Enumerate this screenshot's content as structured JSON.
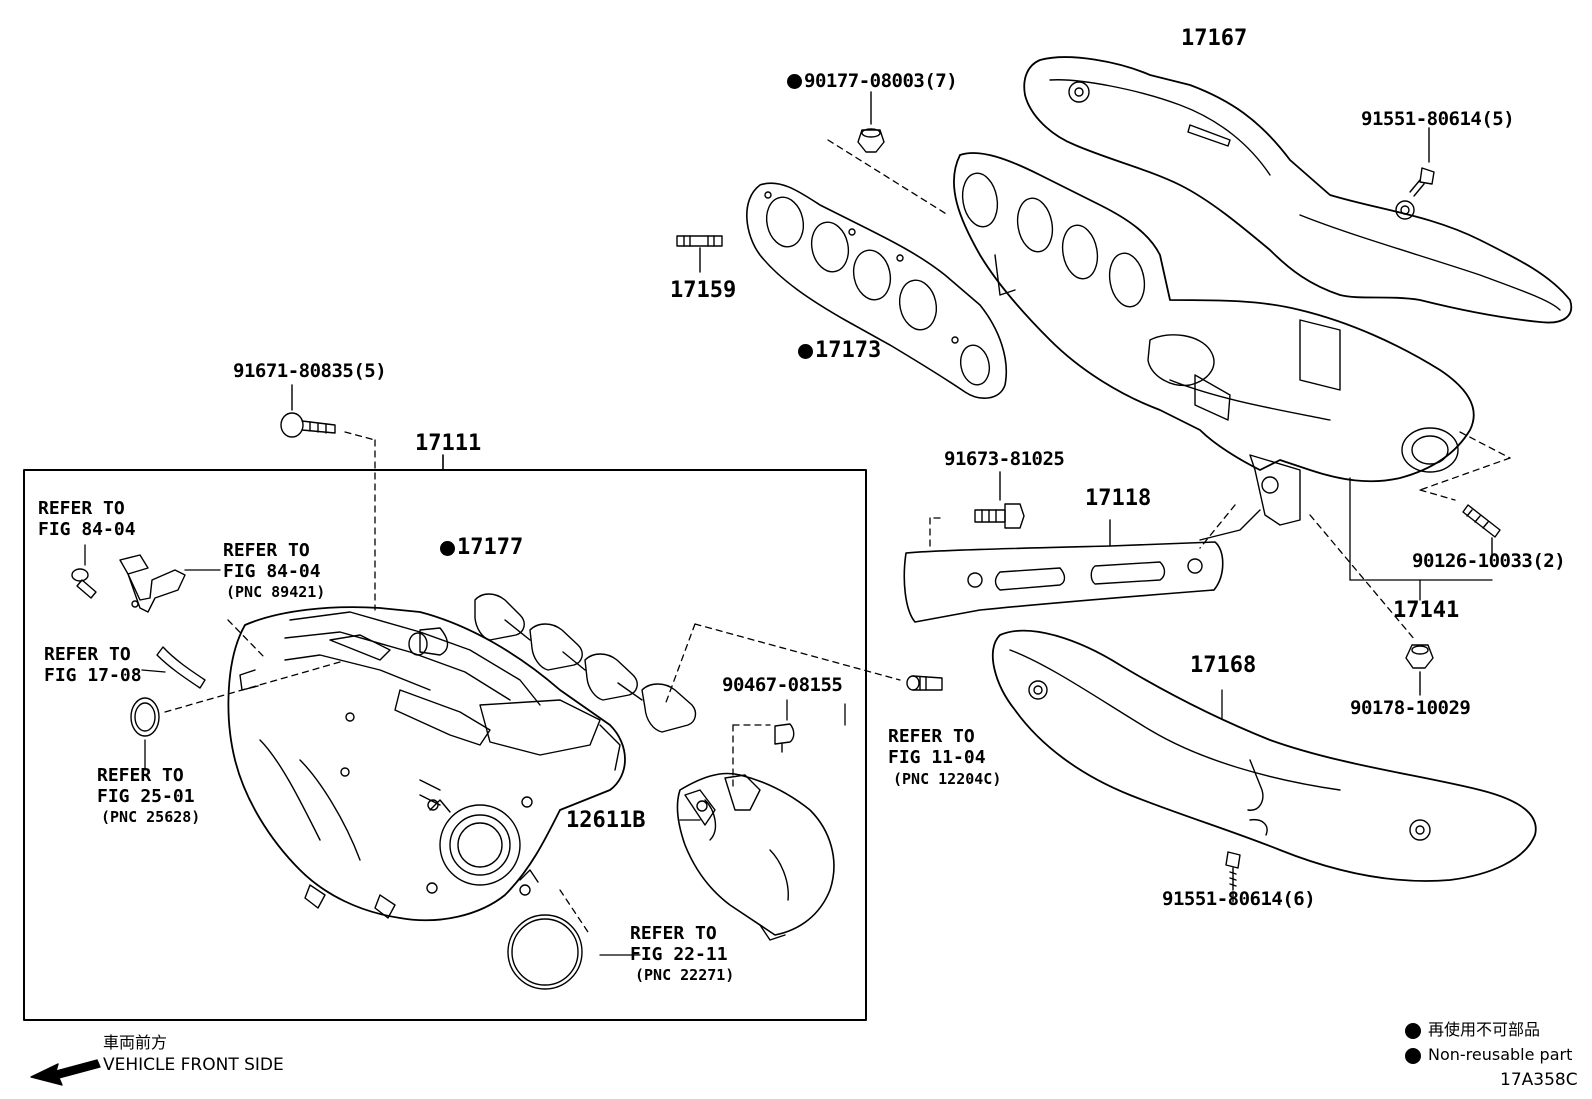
{
  "parts": {
    "p17167": "17167",
    "p90177": "90177-08003(7)",
    "p91551_5": "91551-80614(5)",
    "p17159": "17159",
    "p17173": "17173",
    "p91671": "91671-80835(5)",
    "p17111": "17111",
    "p91673": "91673-81025",
    "p17118": "17118",
    "p90126": "90126-10033(2)",
    "p17141": "17141",
    "p17177": "17177",
    "p90178": "90178-10029",
    "p17168": "17168",
    "p90467": "90467-08155",
    "p12611B": "12611B",
    "p91551_6": "91551-80614(6)"
  },
  "refs": {
    "r1": "REFER TO\nFIG 84-04",
    "r2": "REFER TO\nFIG 84-04",
    "r2_pnc": "(PNC 89421)",
    "r3": "REFER TO\nFIG 17-08",
    "r4": "REFER TO\nFIG 25-01",
    "r4_pnc": "(PNC 25628)",
    "r5": "REFER TO\nFIG 11-04",
    "r5_pnc": "(PNC 12204C)",
    "r6": "REFER TO\nFIG 22-11",
    "r6_pnc": "(PNC 22271)"
  },
  "legend": {
    "jp": "再使用不可部品",
    "en": "Non-reusable part",
    "code": "17A358C"
  },
  "direction": {
    "jp": "車両前方",
    "en": "VEHICLE FRONT SIDE"
  }
}
